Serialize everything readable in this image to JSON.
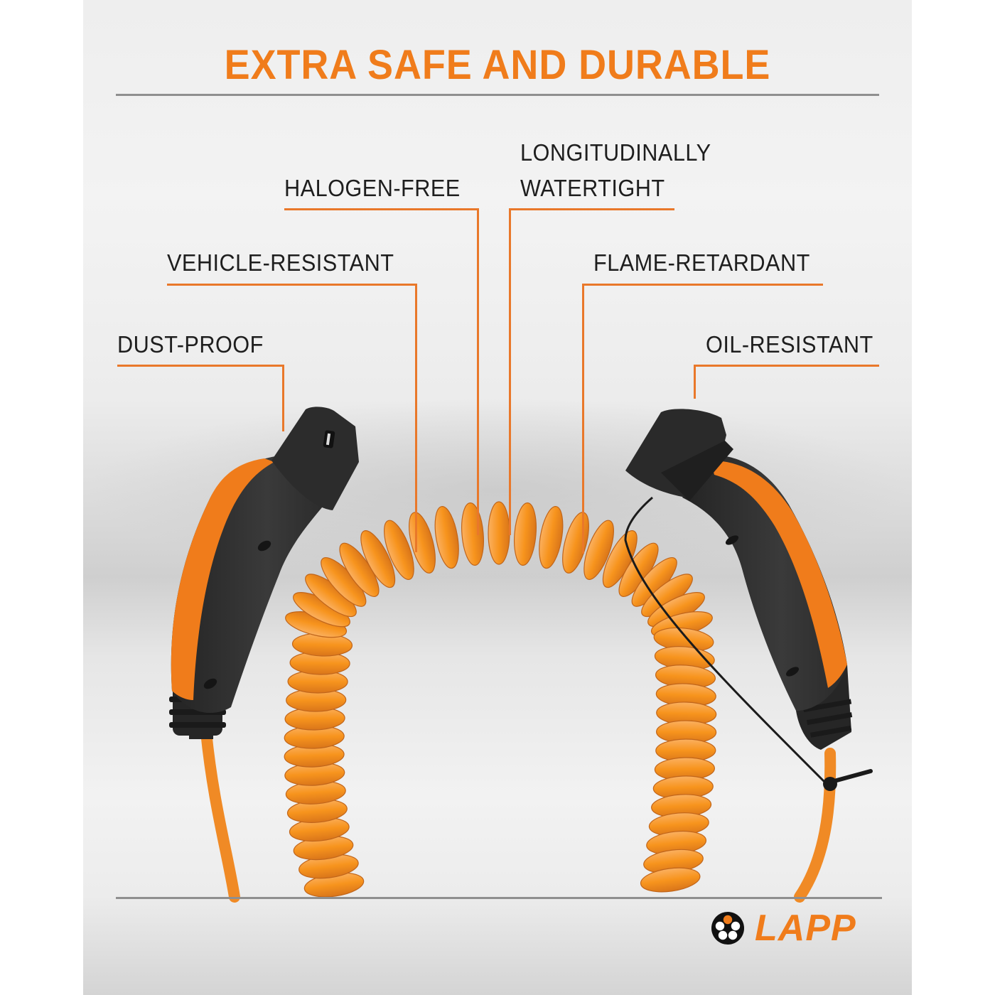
{
  "title": "EXTRA SAFE AND DURABLE",
  "features": {
    "halogen_free": "HALOGEN-FREE",
    "longitudinally": "LONGITUDINALLY",
    "watertight": "WATERTIGHT",
    "vehicle_resistant": "VEHICLE-RESISTANT",
    "flame_retardant": "FLAME-RETARDANT",
    "dust_proof": "DUST-PROOF",
    "oil_resistant": "OIL-RESISTANT"
  },
  "brand": {
    "name": "LAPP",
    "logo_icon": "cable-cross-section-icon"
  },
  "colors": {
    "accent_orange": "#f07c1b",
    "cable_orange": "#f7941d",
    "connector_black": "#2e2e2e",
    "rule_gray": "#8f8f8f",
    "text_dark": "#1e1e1e"
  }
}
